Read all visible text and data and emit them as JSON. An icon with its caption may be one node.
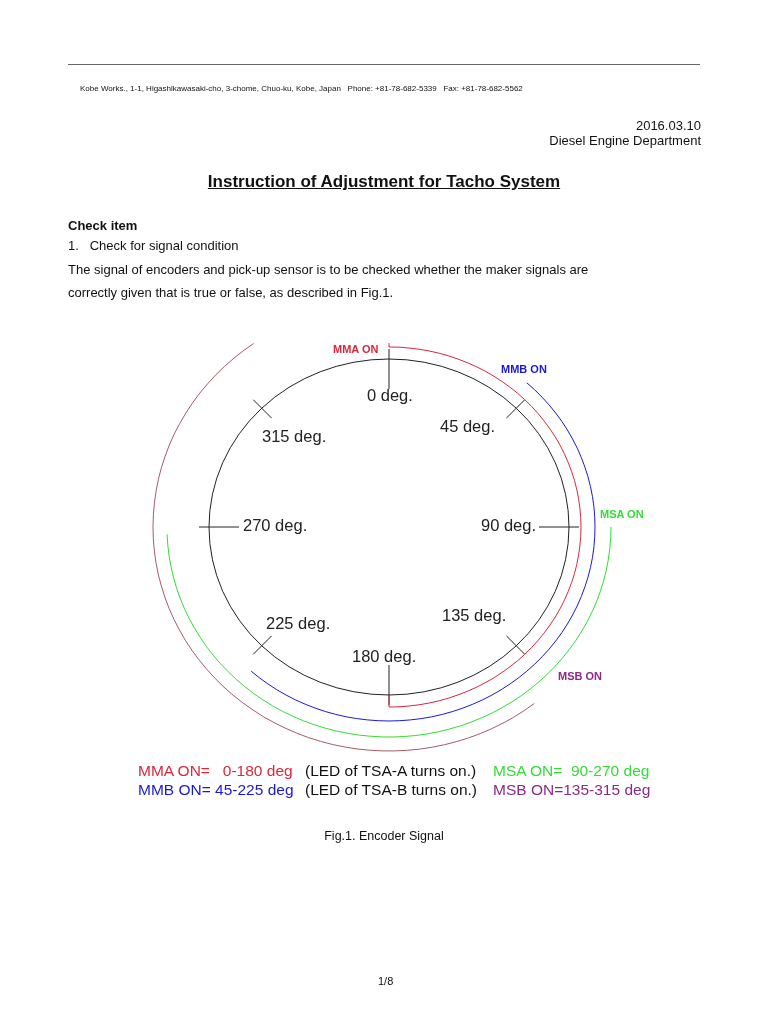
{
  "diagram": {
    "title": "Instruction of Adjustment for Tacho System",
    "caption": "Fig.1. Encoder Signal",
    "labels": [
      "Kobe Works., 1-1, Higashikawasaki-cho, 3-chome, Chuo-ku, Kobe, Japan   Phone: +81-78-682-5339   Fax: +81-78-682-5562",
      "2016.03.10",
      "Diesel Engine Department",
      "Check item",
      "1.   Check for signal condition",
      "The signal of encoders and pick-up sensor is to be checked whether the maker signals are correctly given that is true or false, as described in Fig.1.",
      "MMA ON",
      "MMB ON",
      "0 deg.",
      "45 deg.",
      "315 deg.",
      "MSA ON",
      "270 deg.",
      "90 deg.",
      "135 deg.",
      "225 deg.",
      "180 deg.",
      "MSB ON",
      "MMA ON=   0-180 deg",
      "(LED of TSA-A turns on.)",
      "MSA ON=  90-270 deg",
      "MMB ON= 45-225 deg",
      "(LED of TSA-B turns on.)",
      "MSB ON=135-315 deg",
      "1/8"
    ]
  }
}
